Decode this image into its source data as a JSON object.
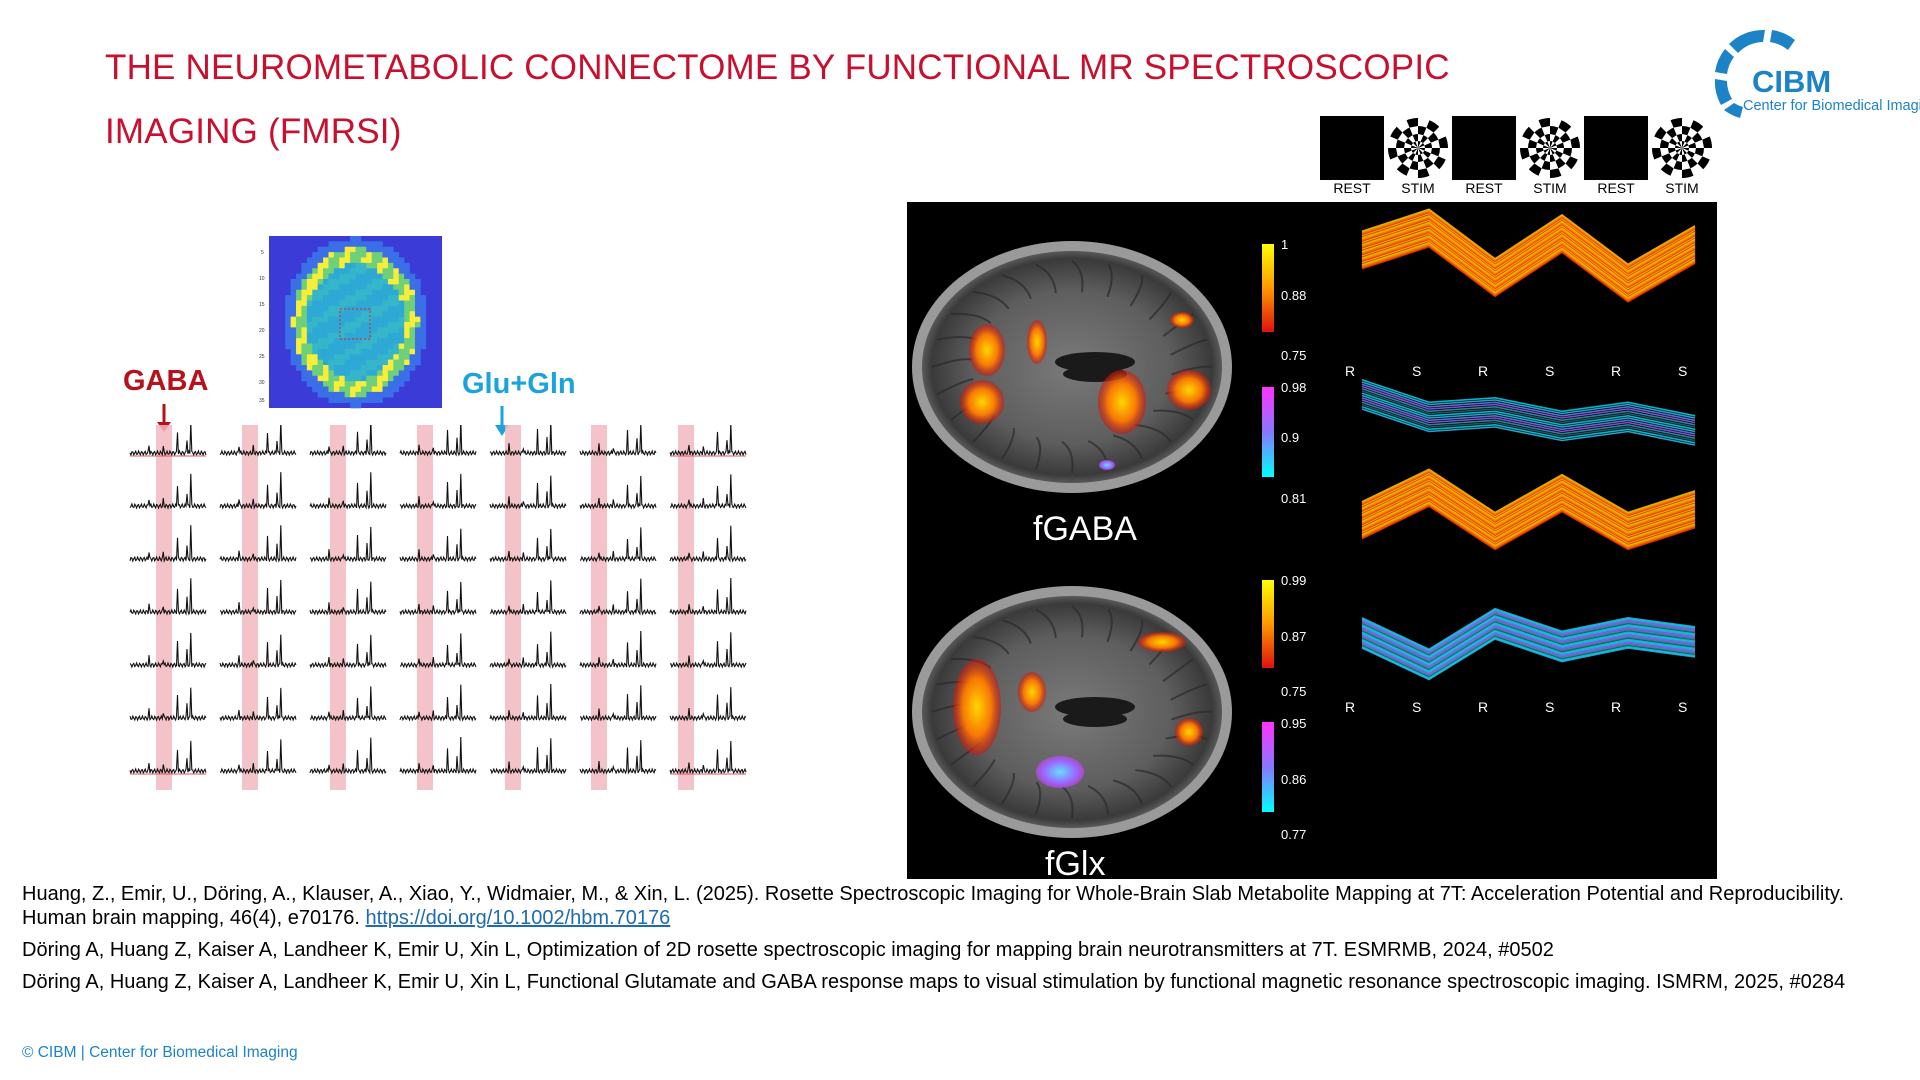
{
  "slide": {
    "title": "THE NEUROMETABOLIC CONNECTOME BY FUNCTIONAL MR SPECTROSCOPIC IMAGING (FMRSI)",
    "accent_color": "#c8102e"
  },
  "logo": {
    "name": "CIBM",
    "subtitle": "Center for Biomedical Imaging",
    "color": "#1c84c6"
  },
  "paradigm": {
    "labels": [
      "REST",
      "STIM",
      "REST",
      "STIM",
      "REST",
      "STIM"
    ]
  },
  "spectra_figure": {
    "gaba_label": "GABA",
    "gaba_color": "#b5121b",
    "glx_label": "Glu+Gln",
    "glx_color": "#1aa3dc",
    "heatmap_ticks": [
      "5",
      "10",
      "15",
      "20",
      "25",
      "30",
      "35"
    ]
  },
  "maps": {
    "fgaba": {
      "title": "fGABA",
      "warm_colorbar": [
        "1",
        "0.88",
        "0.75"
      ],
      "cool_colorbar": [
        "0.98",
        "0.9",
        "0.81"
      ],
      "axis_labels": [
        "R",
        "S",
        "R",
        "S",
        "R",
        "S"
      ]
    },
    "fglx": {
      "title": "fGlx",
      "warm_colorbar": [
        "0.99",
        "0.87",
        "0.75"
      ],
      "cool_colorbar": [
        "0.95",
        "0.86",
        "0.77"
      ],
      "axis_labels": [
        "R",
        "S",
        "R",
        "S",
        "R",
        "S"
      ]
    }
  },
  "references": [
    {
      "text": "Huang, Z., Emir, U., Döring, A., Klauser, A., Xiao, Y., Widmaier, M., & Xin, L. (2025). Rosette Spectroscopic Imaging for Whole-Brain Slab Metabolite Mapping at 7T: Acceleration Potential and Reproducibility. Human brain mapping, 46(4), e70176. ",
      "link": "https://doi.org/10.1002/hbm.70176"
    },
    {
      "text": "Döring A, Huang Z, Kaiser A, Landheer K, Emir U, Xin L, Optimization of 2D rosette spectroscopic imaging for mapping brain neurotransmitters at 7T. ESMRMB, 2024, #0502"
    },
    {
      "text": "Döring A, Huang Z, Kaiser A, Landheer K, Emir U, Xin L, Functional Glutamate and GABA response maps to visual stimulation by functional magnetic resonance spectroscopic imaging. ISMRM, 2025, #0284"
    }
  ],
  "footer": "© CIBM | Center for Biomedical Imaging"
}
